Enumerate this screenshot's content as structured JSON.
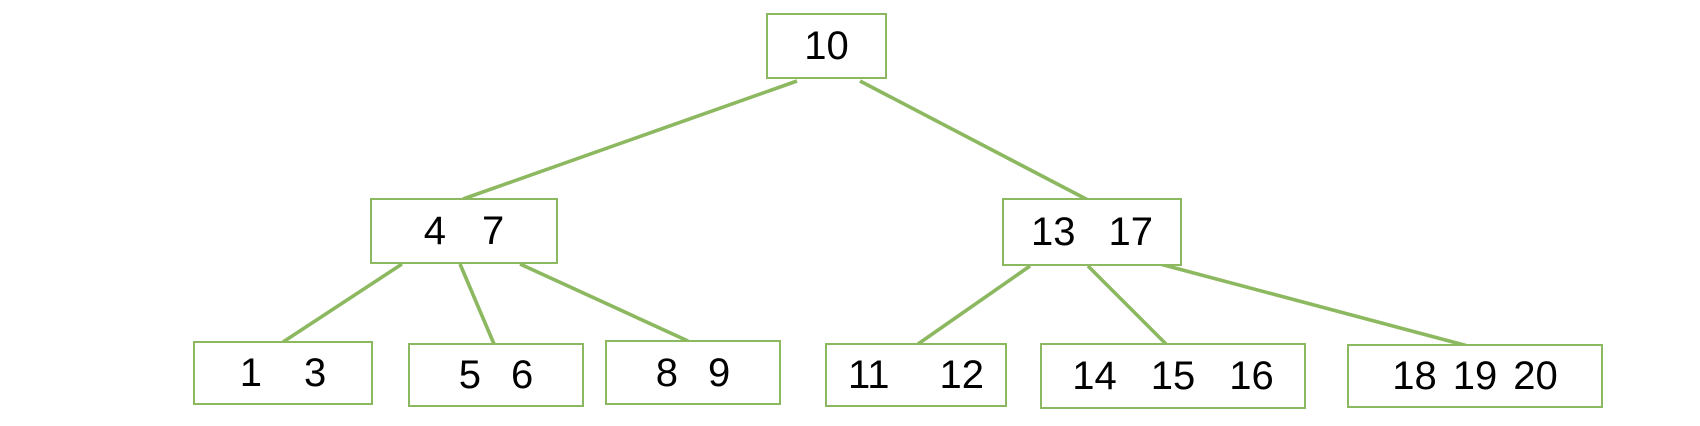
{
  "colors": {
    "accent": "#8CB860",
    "text": "#000000",
    "background": "#FFFFFF"
  },
  "tree": {
    "type": "b-tree",
    "root": {
      "keys": [
        "10"
      ]
    },
    "internals": [
      {
        "keys": [
          "4",
          "7"
        ]
      },
      {
        "keys": [
          "13",
          "17"
        ]
      }
    ],
    "leaves": [
      {
        "keys": [
          "1",
          "3"
        ]
      },
      {
        "keys": [
          "5",
          "6"
        ]
      },
      {
        "keys": [
          "8",
          "9"
        ]
      },
      {
        "keys": [
          "11",
          "12"
        ]
      },
      {
        "keys": [
          "14",
          "15",
          "16"
        ]
      },
      {
        "keys": [
          "18",
          "19",
          "20"
        ]
      }
    ]
  }
}
